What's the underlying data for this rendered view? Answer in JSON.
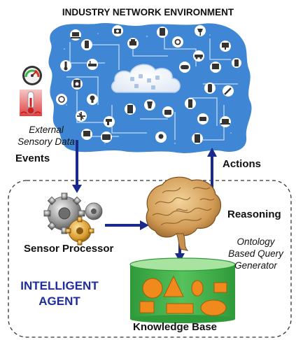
{
  "title": "INDUSTRY NETWORK ENVIRONMENT",
  "external_sensory_data": {
    "line1": "External",
    "line2": "Sensory Data"
  },
  "events_label": "Events",
  "actions_label": "Actions",
  "reasoning_label": "Reasoning",
  "ontology_generator": {
    "line1": "Ontology",
    "line2": "Based Query",
    "line3": "Generator"
  },
  "sensor_processor_label": "Sensor Processor",
  "intelligent_agent": {
    "line1": "INTELLIGENT",
    "line2": "AGENT"
  },
  "knowledge_base_label": "Knowledge Base",
  "colors": {
    "network_blue": "#3f86d4",
    "arrow_navy": "#1a2a8c",
    "agent_blue": "#1e2d9e",
    "kb_green": "#3fae49",
    "kb_top": "#a8e3a0",
    "shape_orange": "#f08a1c",
    "brain_tan": "#d9a767"
  }
}
